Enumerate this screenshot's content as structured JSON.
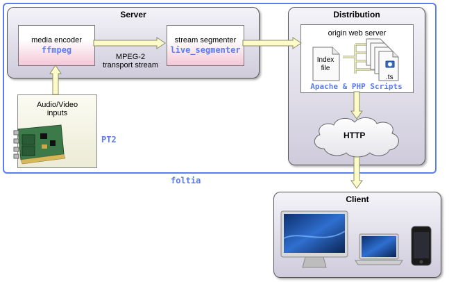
{
  "server": {
    "title": "Server",
    "encoder_label": "media encoder",
    "encoder_tool": "ffmpeg",
    "segmenter_label": "stream segmenter",
    "segmenter_tool": "live_segmenter",
    "transport_line1": "MPEG-2",
    "transport_line2": "transport stream"
  },
  "inputs": {
    "label_line1": "Audio/Video",
    "label_line2": "inputs",
    "card_name": "PT2"
  },
  "distribution": {
    "title": "Distribution",
    "origin_label": "origin web server",
    "index_line1": "Index",
    "index_line2": "file",
    "ts_label": ".ts",
    "scripts_label": "Apache & PHP Scripts",
    "http_label": "HTTP"
  },
  "group_label": "foltia",
  "client": {
    "title": "Client"
  },
  "colors": {
    "outline_blue": "#5b7cf0",
    "arrow_fill": "#fdfbc8",
    "arrow_stroke": "#8c8c6a",
    "box_pink": "#f7c9d8"
  }
}
